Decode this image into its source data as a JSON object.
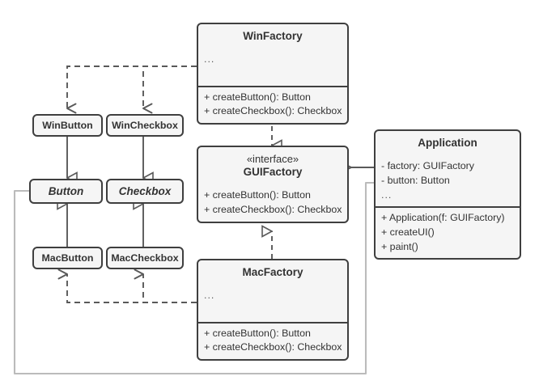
{
  "diagram": {
    "title": "Abstract Factory UML class diagram",
    "colors": {
      "box_fill": "#f5f5f5",
      "box_border": "#3f3f3f",
      "text": "#333333",
      "connector_dark": "#595959",
      "connector_light": "#bbbbbb",
      "background": "#ffffff"
    }
  },
  "classes": {
    "win_factory": {
      "name": "WinFactory",
      "attributes": [
        "..."
      ],
      "operations": [
        "+ createButton(): Button",
        "+ createCheckbox(): Checkbox"
      ]
    },
    "gui_factory": {
      "stereotype": "«interface»",
      "name": "GUIFactory",
      "operations": [
        "+ createButton(): Button",
        "+ createCheckbox(): Checkbox"
      ]
    },
    "mac_factory": {
      "name": "MacFactory",
      "attributes": [
        "..."
      ],
      "operations": [
        "+ createButton(): Button",
        "+ createCheckbox(): Checkbox"
      ]
    },
    "application": {
      "name": "Application",
      "attributes": [
        "- factory: GUIFactory",
        "- button: Button",
        "..."
      ],
      "operations": [
        "+ Application(f: GUIFactory)",
        "+ createUI()",
        "+ paint()"
      ]
    },
    "win_button": {
      "name": "WinButton"
    },
    "win_checkbox": {
      "name": "WinCheckbox"
    },
    "button": {
      "name": "Button",
      "abstract": true
    },
    "checkbox": {
      "name": "Checkbox",
      "abstract": true
    },
    "mac_button": {
      "name": "MacButton"
    },
    "mac_checkbox": {
      "name": "MacCheckbox"
    }
  },
  "relations": [
    {
      "id": "win-factory-creates-win-button",
      "from": "WinFactory",
      "to": "WinButton",
      "type": "dependency"
    },
    {
      "id": "win-factory-creates-win-checkbox",
      "from": "WinFactory",
      "to": "WinCheckbox",
      "type": "dependency"
    },
    {
      "id": "win-factory-implements-gui-factory",
      "from": "WinFactory",
      "to": "GUIFactory",
      "type": "realization"
    },
    {
      "id": "mac-factory-implements-gui-factory",
      "from": "MacFactory",
      "to": "GUIFactory",
      "type": "realization"
    },
    {
      "id": "mac-factory-creates-mac-button",
      "from": "MacFactory",
      "to": "MacButton",
      "type": "dependency"
    },
    {
      "id": "mac-factory-creates-mac-checkbox",
      "from": "MacFactory",
      "to": "MacCheckbox",
      "type": "dependency"
    },
    {
      "id": "win-button-extends-button",
      "from": "WinButton",
      "to": "Button",
      "type": "generalization"
    },
    {
      "id": "win-checkbox-extends-checkbox",
      "from": "WinCheckbox",
      "to": "Checkbox",
      "type": "generalization"
    },
    {
      "id": "mac-button-extends-button",
      "from": "MacButton",
      "to": "Button",
      "type": "generalization"
    },
    {
      "id": "mac-checkbox-extends-checkbox",
      "from": "MacCheckbox",
      "to": "Checkbox",
      "type": "generalization"
    },
    {
      "id": "application-uses-gui-factory",
      "from": "Application",
      "to": "GUIFactory",
      "type": "association"
    },
    {
      "id": "application-uses-button",
      "from": "Application",
      "to": "Button",
      "type": "association"
    }
  ]
}
